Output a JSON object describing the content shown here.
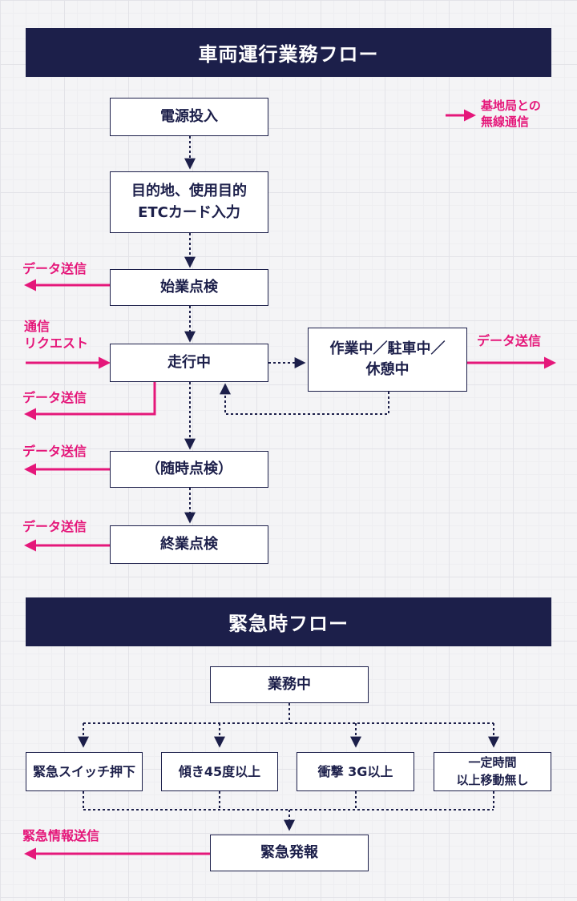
{
  "section1": {
    "title": "車両運行業務フロー"
  },
  "legend": {
    "text": "基地局との\n無線通信",
    "color": "#e5177a"
  },
  "boxes": {
    "power_on": "電源投入",
    "destination_input": "目的地、使用目的\nETCカード入力",
    "pre_inspection": "始業点検",
    "driving": "走行中",
    "working_parking_resting": "作業中／駐車中／\n休憩中",
    "occasional_inspection": "（随時点検）",
    "end_inspection": "終業点検"
  },
  "labels": {
    "data_send_pre_inspection": "データ送信",
    "comm_request": "通信\nリクエスト",
    "data_send_driving": "データ送信",
    "data_send_working": "データ送信",
    "data_send_occasional": "データ送信",
    "data_send_end": "データ送信"
  },
  "section2": {
    "title": "緊急時フロー"
  },
  "emergency": {
    "on_duty": "業務中",
    "triggers": [
      "緊急スイッチ押下",
      "傾き45度以上",
      "衝撃 3G以上",
      "一定時間\n以上移動無し"
    ],
    "alert": "緊急発報",
    "send_label": "緊急情報送信"
  },
  "colors": {
    "navy": "#1c1f4a",
    "magenta": "#e5177a",
    "background": "#f4f4f6"
  }
}
